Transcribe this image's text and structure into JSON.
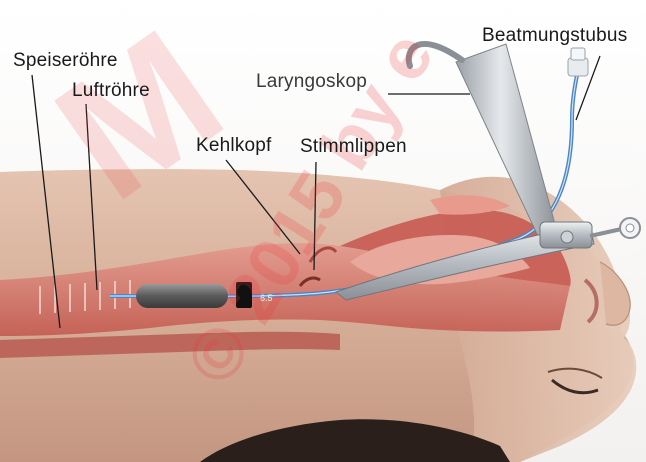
{
  "labels": {
    "speiseroehre": "Speiseröhre",
    "luftroehre": "Luftröhre",
    "kehlkopf": "Kehlkopf",
    "stimmlippen": "Stimmlippen",
    "laryngoskop": "Laryngoskop",
    "beatmungstubus": "Beatmungstubus"
  },
  "tube_marking": "6.5",
  "watermark": {
    "large": "M",
    "copyright": "© 2015 by e"
  },
  "colors": {
    "label_text": "#1a1a1a",
    "watermark": "#eb373c",
    "tube_blue": "#4a86c8",
    "tissue_red": "#d9685e",
    "metal": "#b7bcc1",
    "skin": "#d6b29e"
  }
}
